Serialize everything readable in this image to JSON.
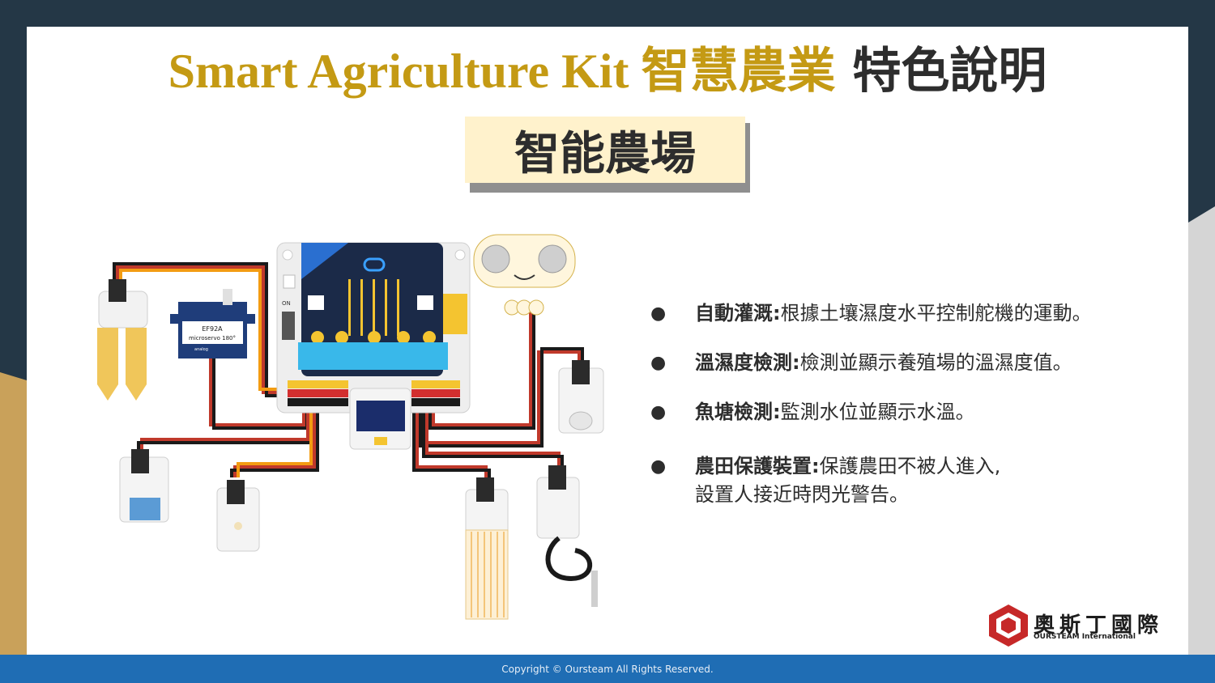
{
  "title": {
    "en": "Smart Agriculture Kit ",
    "zh_gold": "智慧農業 ",
    "zh_dark": "特色說明"
  },
  "subtitle": "智能農場",
  "features": [
    {
      "label": "自動灌溉:",
      "text": "根據土壤濕度水平控制舵機的運動。"
    },
    {
      "label": "溫濕度檢測:",
      "text": "檢測並顯示養殖場的溫濕度值。"
    },
    {
      "label": "魚塘檢測:",
      "text": "監測水位並顯示水溫。"
    },
    {
      "label": "農田保護裝置:",
      "text": "保護農田不被人進入,",
      "line2": "設置人接近時閃光警告。"
    }
  ],
  "bullet": "●",
  "diagram": {
    "servo_model": "EF92A",
    "servo_label": "microservo 180°",
    "servo_sub": "analog",
    "switch_label": "ON"
  },
  "logo": {
    "name": "奧斯丁國際",
    "sub": "OURSTEAM International"
  },
  "footer": "Copyright © Oursteam All Rights Reserved.",
  "colors": {
    "background": "#243746",
    "gold": "#c49a14",
    "footer": "#1f6db4",
    "subtitle_box": "#fff2cc"
  }
}
